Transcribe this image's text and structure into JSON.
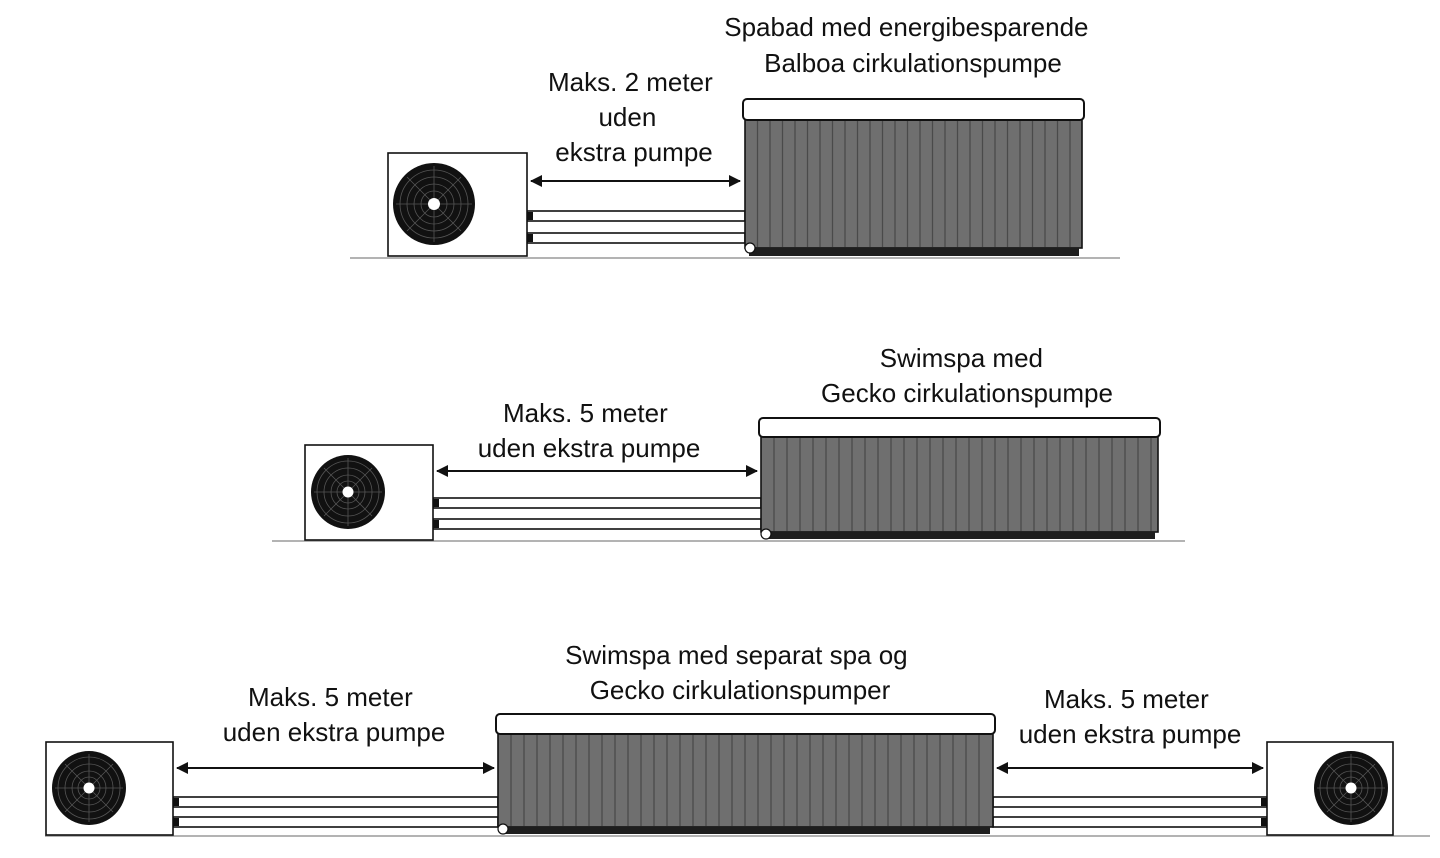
{
  "colors": {
    "line": "#111111",
    "ground": "#9a9a9a",
    "tub_body": "#6f6f6f",
    "tub_slat": "#4a4a4a",
    "tub_base": "#1e1e1e",
    "fan": "#111111",
    "pipe_gap": "#ffffff"
  },
  "icons": {
    "heat_pump": "heat-pump-fan-unit",
    "spa": "spa-tub-slatted",
    "arrow": "double-headed-arrow"
  },
  "diagram1": {
    "spa_label": [
      "Spabad med energibesparende",
      "Balboa cirkulationspumpe"
    ],
    "distance_label": [
      "Maks. 2 meter",
      "uden",
      "ekstra pumpe"
    ]
  },
  "diagram2": {
    "spa_label": [
      "Swimspa med",
      "Gecko cirkulationspumpe"
    ],
    "distance_label": [
      "Maks. 5 meter",
      "uden ekstra pumpe"
    ]
  },
  "diagram3": {
    "spa_label": [
      "Swimspa med separat spa  og",
      "Gecko cirkulationspumper"
    ],
    "distance_left_label": [
      "Maks. 5 meter",
      "uden ekstra pumpe"
    ],
    "distance_right_label": [
      "Maks. 5 meter",
      "uden ekstra pumpe"
    ]
  }
}
